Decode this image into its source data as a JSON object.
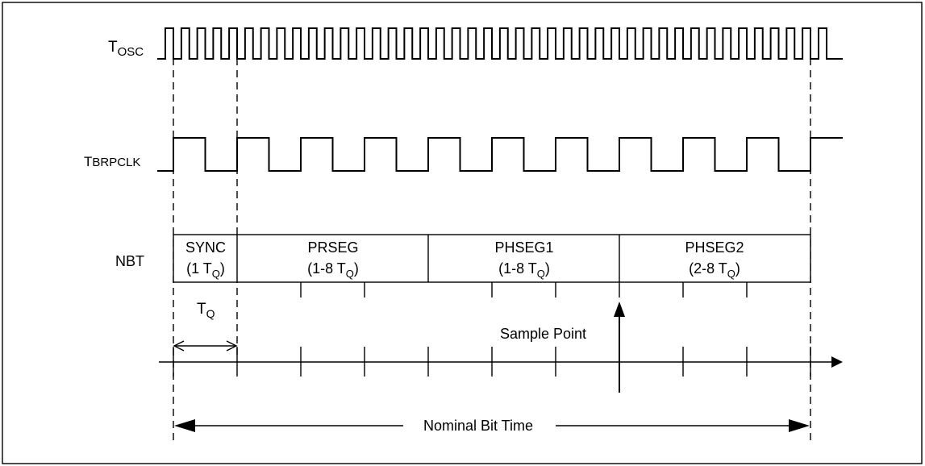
{
  "signals": {
    "tosc": {
      "main": "T",
      "sub": "OSC"
    },
    "tbrpclk": {
      "main": "T",
      "sub": "BRPCLK"
    },
    "nbt": "NBT"
  },
  "segments": [
    {
      "name": "SYNC",
      "range": "(1 T",
      "sub": "Q",
      "close": ")"
    },
    {
      "name": "PRSEG",
      "range": "(1-8 T",
      "sub": "Q",
      "close": ")"
    },
    {
      "name": "PHSEG1",
      "range": "(1-8 T",
      "sub": "Q",
      "close": ")"
    },
    {
      "name": "PHSEG2",
      "range": "(2-8 T",
      "sub": "Q",
      "close": ")"
    }
  ],
  "tq_label": {
    "main": "T",
    "sub": "Q"
  },
  "sample_point_label": "Sample Point",
  "nominal_bit_time_label": "Nominal Bit Time"
}
